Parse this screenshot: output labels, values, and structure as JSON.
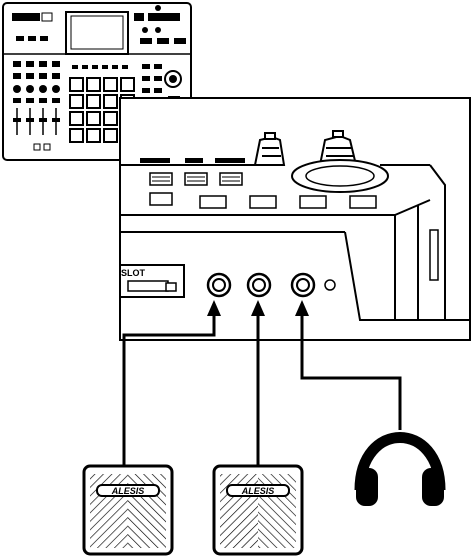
{
  "diagram": {
    "device_overview": {
      "icon": "mpc-drum-machine"
    },
    "detail_view": {
      "slot_label": "SLOT",
      "jacks": [
        "footswitch-1-jack",
        "footswitch-2-jack",
        "headphone-jack"
      ]
    },
    "pedals": [
      {
        "brand": "ALESIS"
      },
      {
        "brand": "ALESIS"
      }
    ],
    "headphones": {
      "icon": "headphones-icon"
    }
  }
}
